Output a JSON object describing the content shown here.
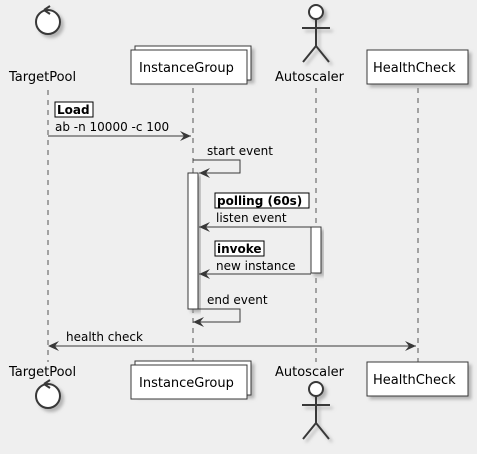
{
  "participants": {
    "target_pool": "TargetPool",
    "instance_group": "InstanceGroup",
    "autoscaler": "Autoscaler",
    "health_check": "HealthCheck"
  },
  "messages": {
    "load_label": "Load",
    "load_command": "ab -n 10000 -c 100",
    "start_event": "start event",
    "polling_label": "polling (60s)",
    "listen_event": "listen event",
    "invoke_label": "invoke",
    "new_instance": "new instance",
    "end_event": "end event",
    "health_check": "health check"
  },
  "colors": {
    "background": "#efefef",
    "line": "#383838",
    "box_fill": "#ffffff",
    "lifeline": "#555555"
  }
}
